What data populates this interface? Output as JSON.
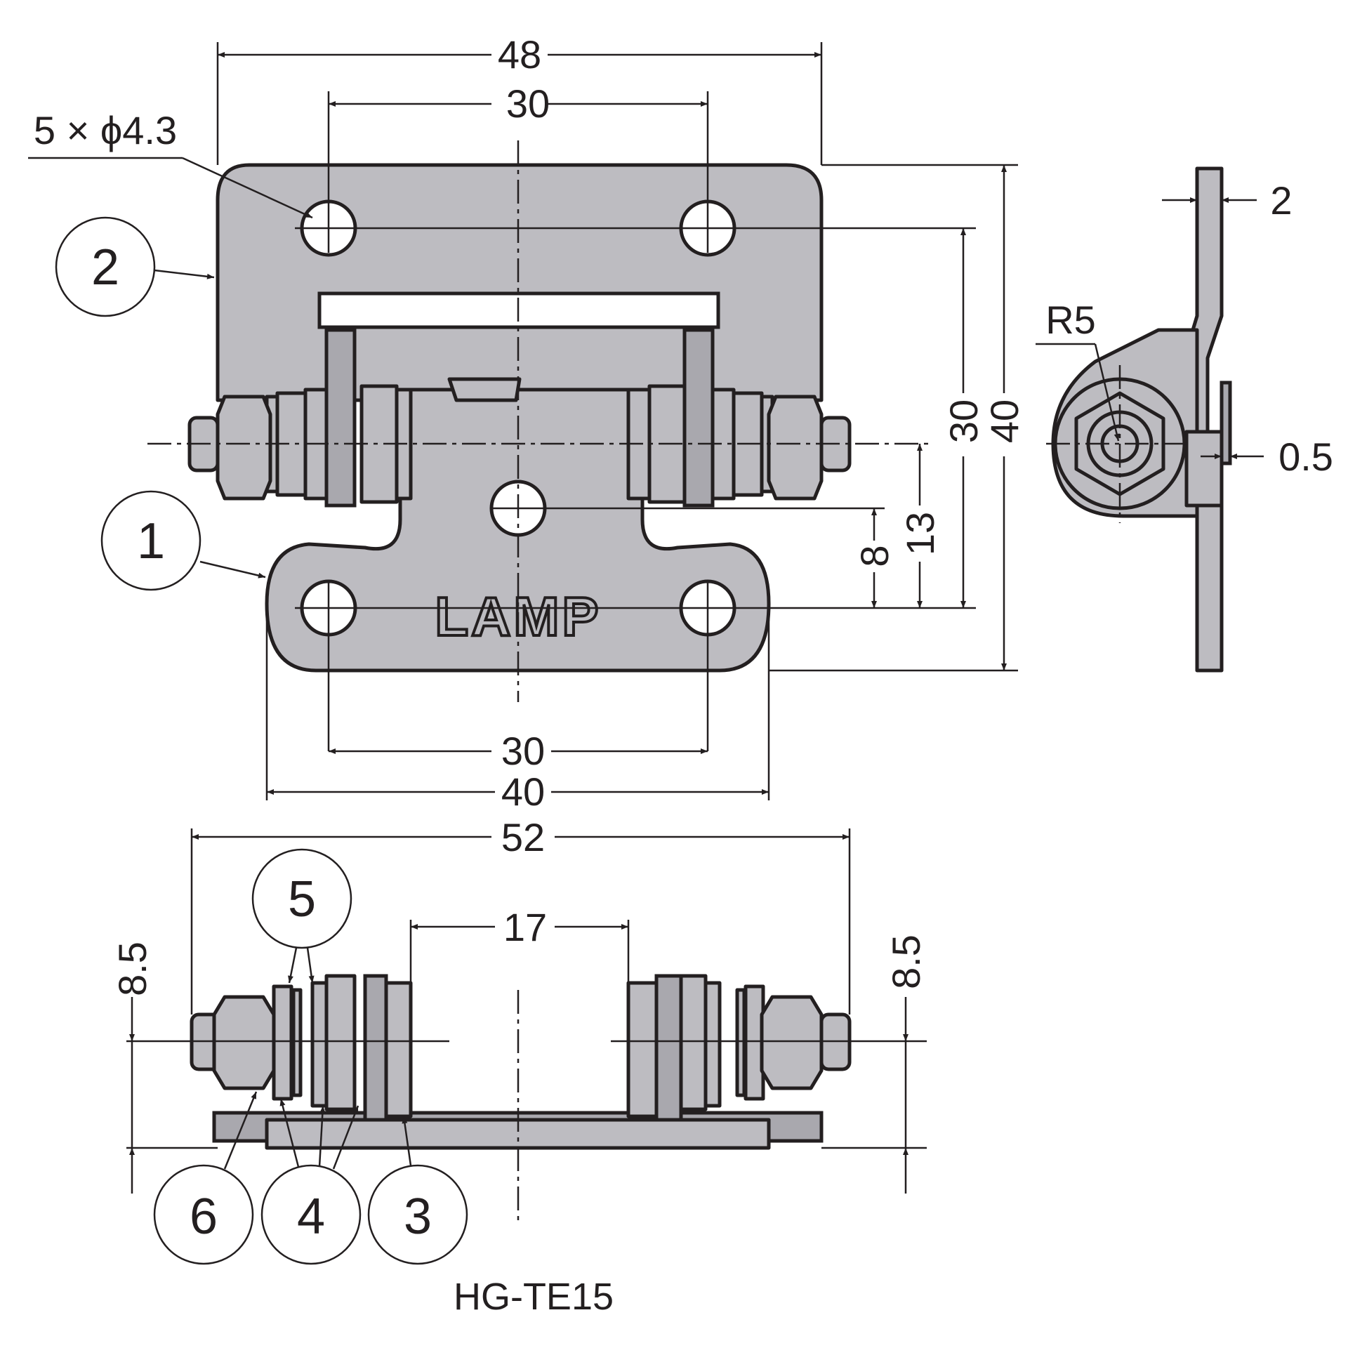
{
  "model": "HG-TE15",
  "logo_text": "LAMP",
  "hole_note": "5 × ϕ4.3",
  "radius_note": "R5",
  "dimensions": {
    "top_overall_width": "48",
    "top_hole_pitch": "30",
    "bottom_hole_pitch": "30",
    "bottom_leaf_width": "40",
    "overall_width_side": "52",
    "inner_gap": "17",
    "height_holes": "30",
    "height_overall": "40",
    "pivot_to_hole": "13",
    "center_hole_offset": "8",
    "plate_thickness": "2",
    "offset_small": "0.5",
    "axis_height_left": "8.5",
    "axis_height_right": "8.5"
  },
  "callouts": {
    "c1": "1",
    "c2": "2",
    "c3": "3",
    "c4": "4",
    "c5": "5",
    "c6": "6"
  }
}
